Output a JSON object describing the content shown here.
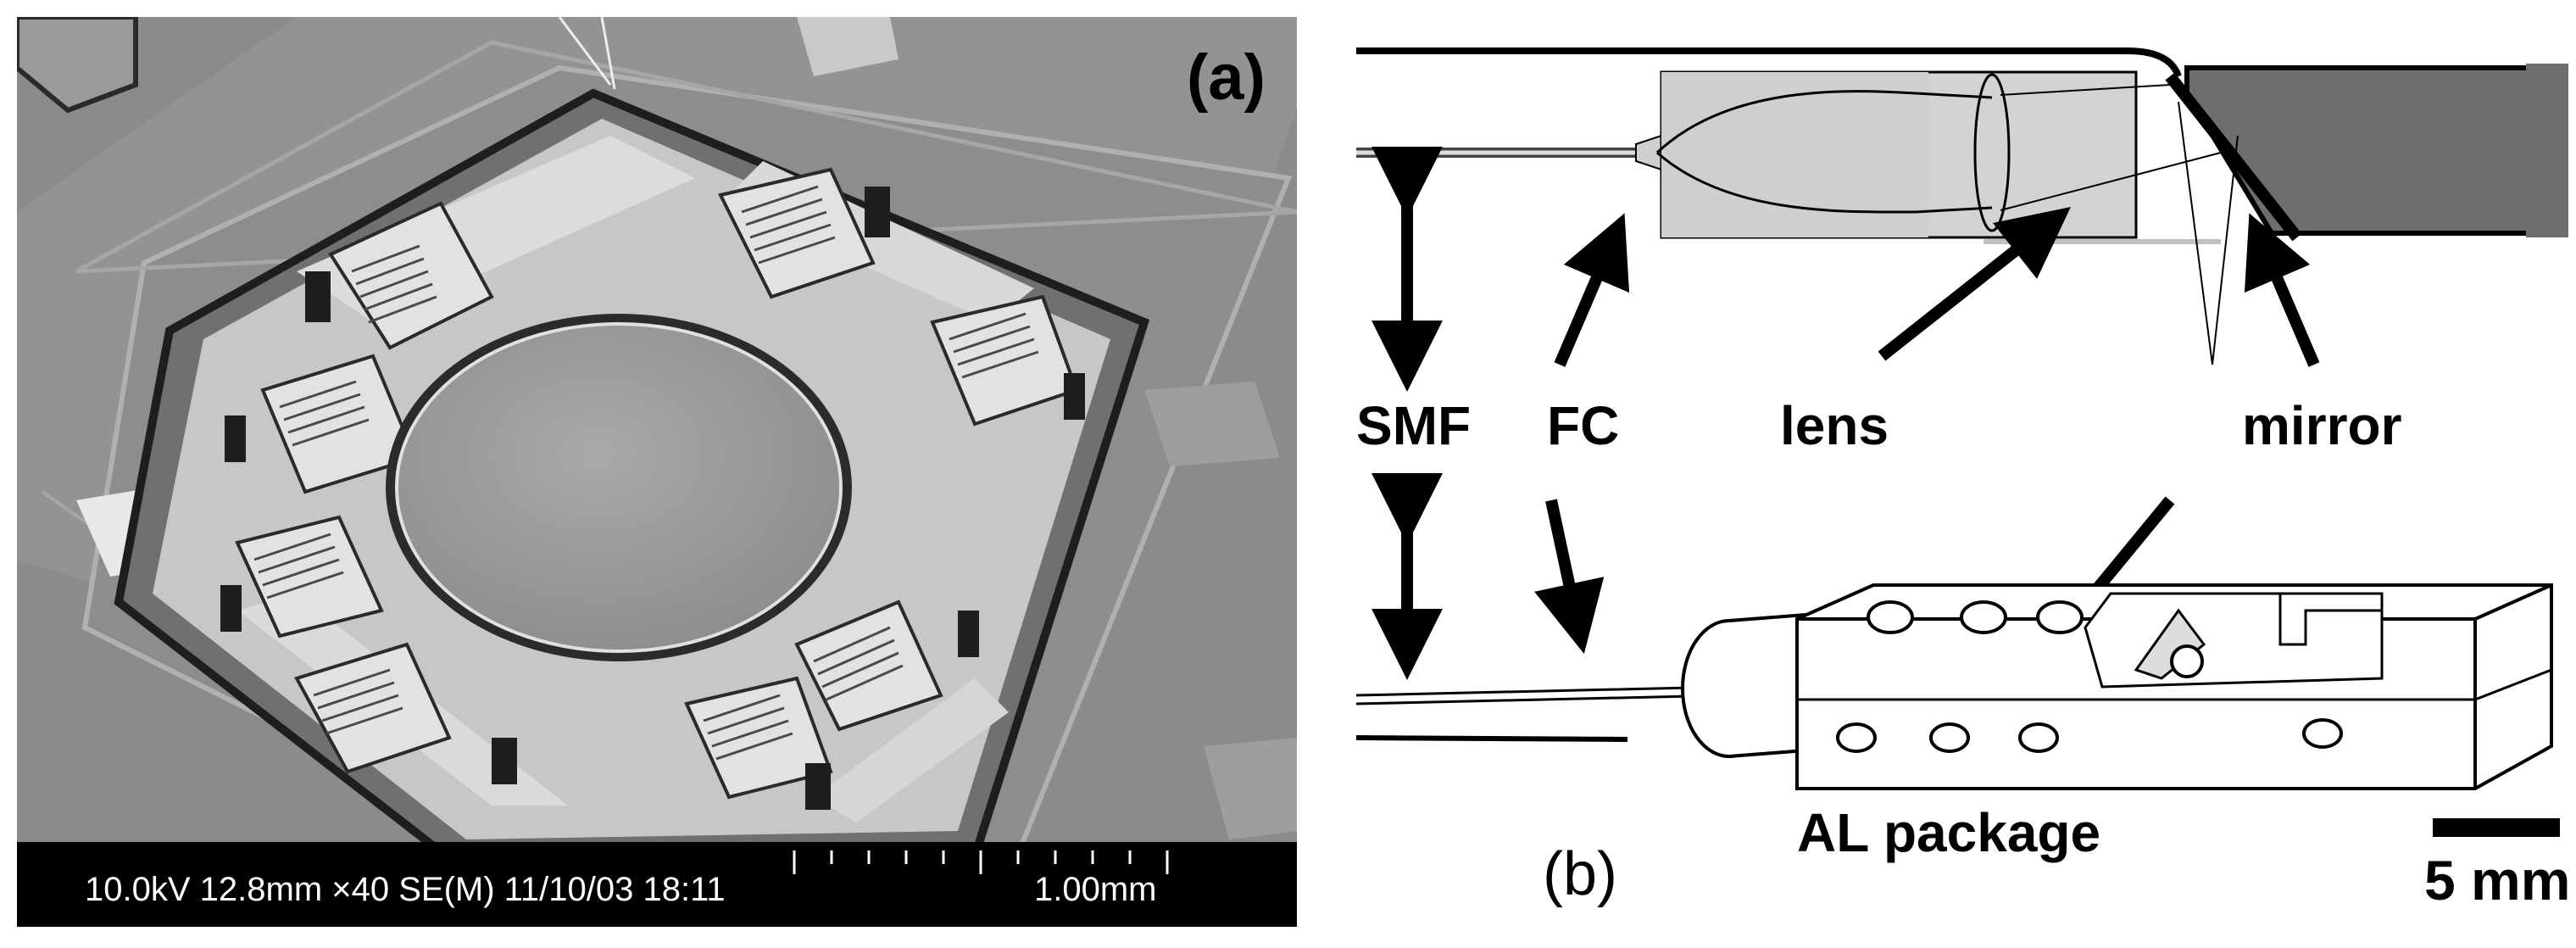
{
  "panel_a": {
    "label": "(a)",
    "sem_info": "10.0kV 12.8mm ×40 SE(M) 11/10/03 18:11",
    "scale_text": "1.00mm"
  },
  "panel_b": {
    "label": "(b)",
    "labels": {
      "smf": "SMF",
      "fc": "FC",
      "lens": "lens",
      "mirror": "mirror",
      "package": "AL package"
    },
    "scale_text": "5 mm"
  }
}
